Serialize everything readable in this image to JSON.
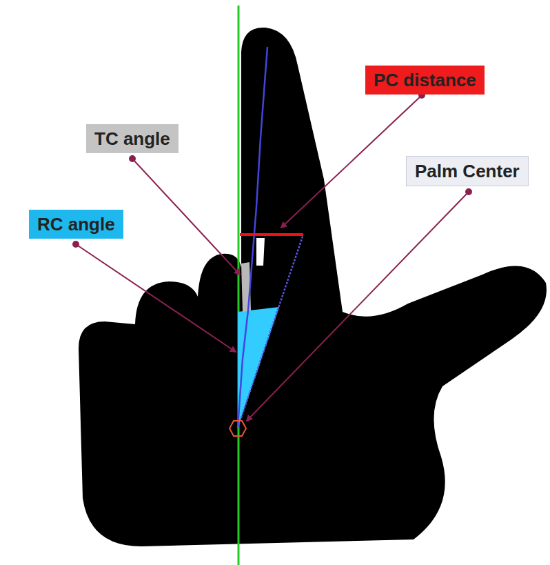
{
  "diagram": {
    "nodes": [
      {
        "text": [
          "PC distance"
        ]
      },
      {
        "text": [
          "TC angle"
        ]
      },
      {
        "text": [
          "Palm Center"
        ]
      },
      {
        "text": [
          "RC angle"
        ]
      }
    ]
  }
}
